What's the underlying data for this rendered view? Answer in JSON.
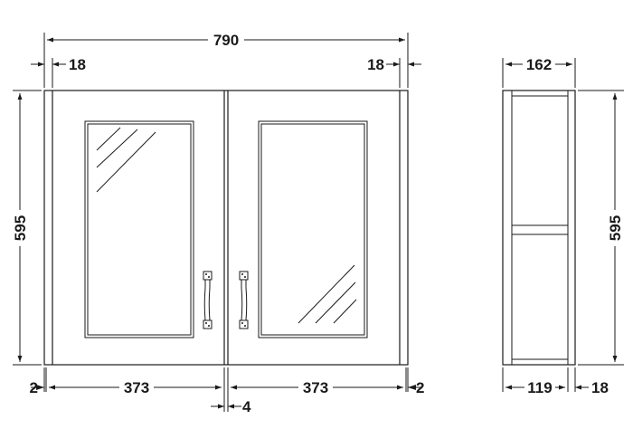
{
  "front_view": {
    "overall_width": "790",
    "left_frame": "18",
    "right_frame": "18",
    "height": "595",
    "left_gap": "2",
    "left_door_width": "373",
    "center_gap": "4",
    "right_door_width": "373",
    "right_gap": "2"
  },
  "side_view": {
    "depth": "162",
    "height": "595",
    "inner_depth": "119",
    "back_thickness": "18"
  },
  "colors": {
    "line": "#1a1a1a",
    "background": "#ffffff"
  }
}
